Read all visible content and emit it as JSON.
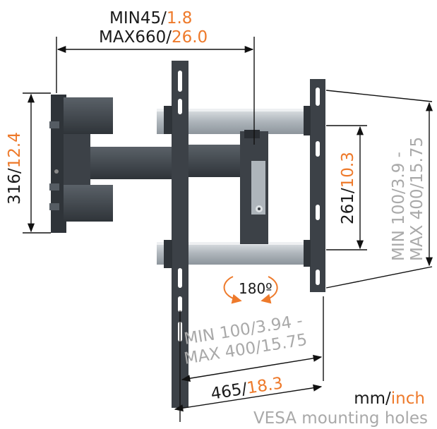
{
  "colors": {
    "accent": "#ee7a2b",
    "dark": "#1a1a1a",
    "grey_text": "#a9a9a9",
    "steel": "#3c4147",
    "rail": "#b7bec4"
  },
  "labels": {
    "depth_min_mm": "MIN45/",
    "depth_min_in": "1.8",
    "depth_max_mm": "MAX660/",
    "depth_max_in": "26.0",
    "wall_height_mm": "316/",
    "wall_height_in": "12.4",
    "rail_spacing_mm": "261/",
    "rail_spacing_in": "10.3",
    "vesa_v_line1": "MIN 100/3.9 -",
    "vesa_v_line2": "MAX 400/15.75",
    "vesa_h_line1_a": "MIN 100",
    "vesa_h_line1_b": "/3.94 -",
    "vesa_h_line2_a": "MAX 400",
    "vesa_h_line2_b": "/15.75",
    "width_mm": "465/",
    "width_in": "18.3",
    "rotation": "180º",
    "unit_mm": "mm/",
    "unit_in": "inch",
    "vesa_caption": "VESA mounting holes"
  },
  "icons": [
    "rotation-arrow-icon",
    "brand-logo-icon"
  ]
}
